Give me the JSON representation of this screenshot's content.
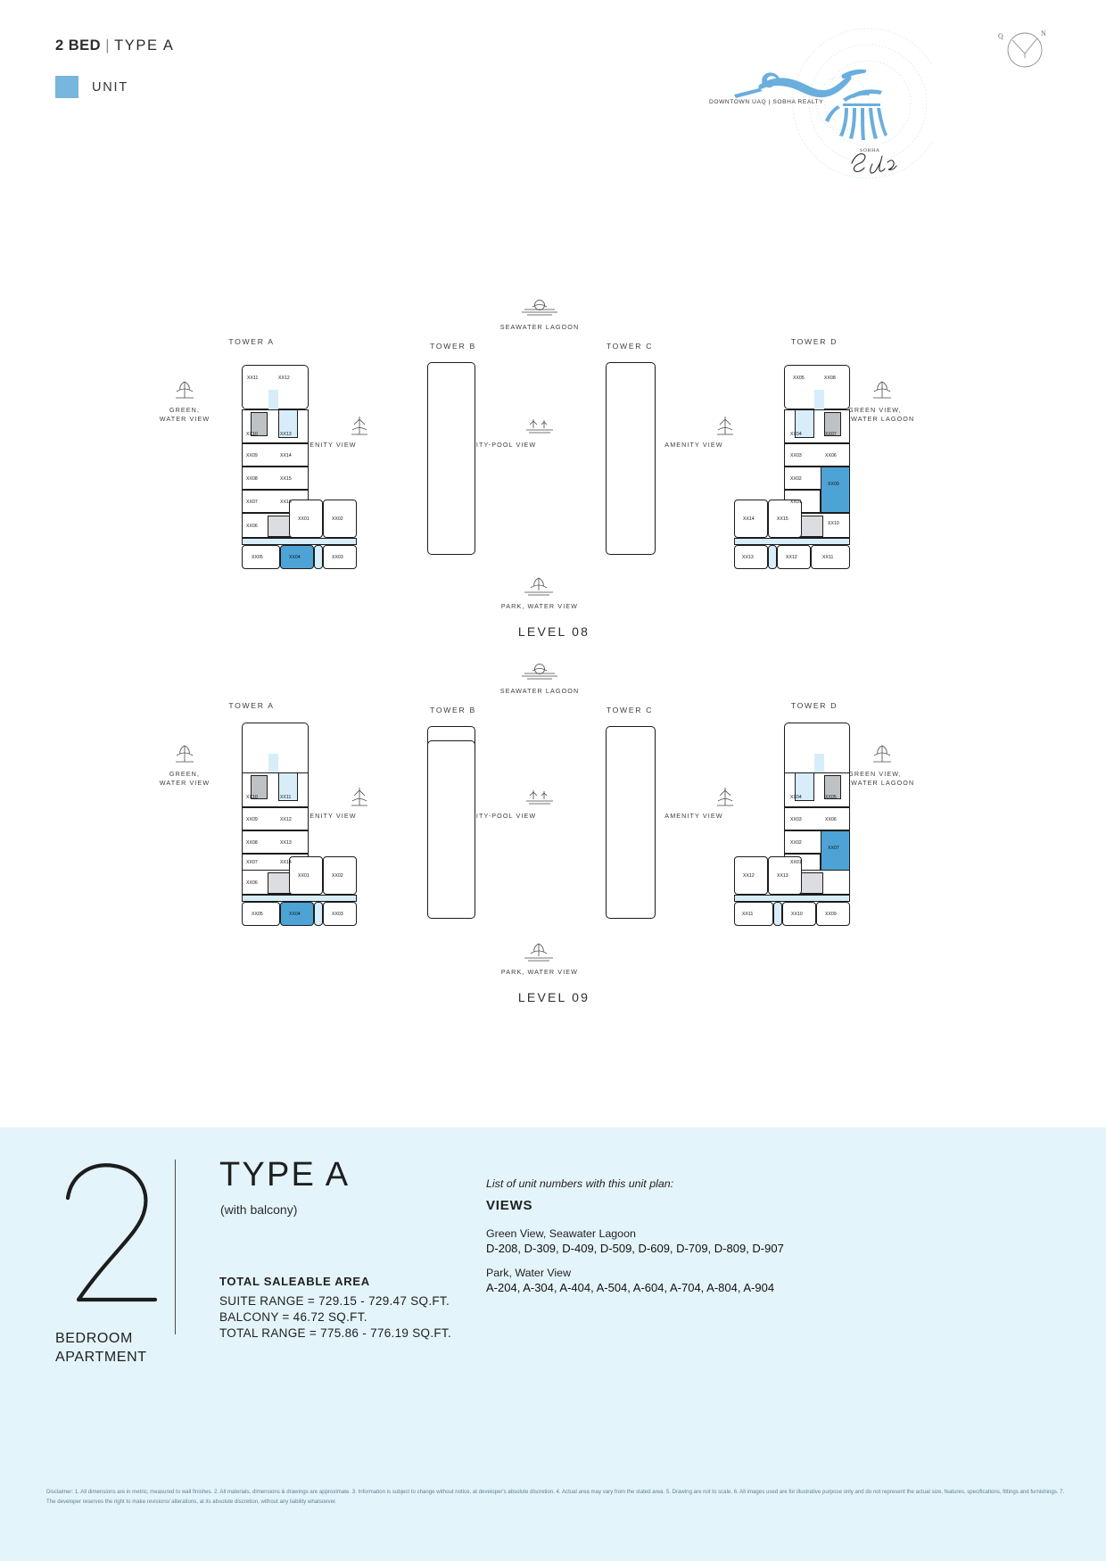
{
  "header": {
    "bed_count": "2 BED",
    "separator": "|",
    "type": "TYPE A",
    "legend_label": "UNIT",
    "legend_color": "#77b6dd"
  },
  "logo": {
    "subtitle": "DOWNTOWN UAQ | SOBHA REALTY",
    "brand_small": "SOBHA",
    "brand_script": "Siniya Island"
  },
  "compass": {
    "left_label": "Q",
    "right_label": "N"
  },
  "levels": [
    {
      "name": "LEVEL 08",
      "top_view": "SEAWATER LAGOON",
      "bottom_view": "PARK, WATER VIEW",
      "left_view": "GREEN,\nWATER VIEW",
      "right_view": "GREEN VIEW,\nSEAWATER LAGOON",
      "center_left_view": "AMENITY VIEW",
      "center_mid_view": "AMENITY-POOL VIEW",
      "center_right_view": "AMENITY VIEW",
      "towers": [
        {
          "label": "TOWER A",
          "units": [
            "XX11",
            "XX12",
            "XX10",
            "XX13",
            "XX09",
            "XX14",
            "XX08",
            "XX15",
            "XX07",
            "XX16",
            "XX06",
            "XX01",
            "XX02",
            "XX05",
            "XX04",
            "XX03"
          ],
          "highlighted": "XX04"
        },
        {
          "label": "TOWER B",
          "units": []
        },
        {
          "label": "TOWER C",
          "units": []
        },
        {
          "label": "TOWER D",
          "units": [
            "XX05",
            "XX08",
            "XX04",
            "XX07",
            "XX03",
            "XX06",
            "XX02",
            "XX09",
            "XX01",
            "XX10",
            "XX14",
            "XX15",
            "XX13",
            "XX12",
            "XX11"
          ],
          "highlighted": "XX09"
        }
      ]
    },
    {
      "name": "LEVEL 09",
      "top_view": "SEAWATER LAGOON",
      "bottom_view": "PARK, WATER VIEW",
      "left_view": "GREEN,\nWATER VIEW",
      "right_view": "GREEN VIEW,\nSEAWATER LAGOON",
      "center_left_view": "AMENITY VIEW",
      "center_mid_view": "AMENITY-POOL VIEW",
      "center_right_view": "AMENITY VIEW",
      "towers": [
        {
          "label": "TOWER A",
          "units": [
            "XX10",
            "XX11",
            "XX09",
            "XX12",
            "XX08",
            "XX13",
            "XX07",
            "XX14",
            "XX06",
            "XX01",
            "XX02",
            "XX05",
            "XX04",
            "XX03"
          ],
          "highlighted": "XX04"
        },
        {
          "label": "TOWER B",
          "units": []
        },
        {
          "label": "TOWER C",
          "units": []
        },
        {
          "label": "TOWER D",
          "units": [
            "XX04",
            "XX05",
            "XX03",
            "XX06",
            "XX02",
            "XX07",
            "XX01",
            "XX12",
            "XX13",
            "XX11",
            "XX10",
            "XX09"
          ],
          "highlighted": "XX07"
        }
      ]
    }
  ],
  "footer": {
    "big_number": "2",
    "bedroom_line1": "BEDROOM",
    "bedroom_line2": "APARTMENT",
    "type_title": "TYPE A",
    "type_sub": "(with balcony)",
    "area_heading": "TOTAL SALEABLE AREA",
    "area_suite": "SUITE RANGE = 729.15 - 729.47 SQ.FT.",
    "area_balcony": "BALCONY = 46.72 SQ.FT.",
    "area_total": "TOTAL RANGE = 775.86 - 776.19 SQ.FT.",
    "list_intro": "List of unit numbers with this unit plan:",
    "views_heading": "VIEWS",
    "view_groups": [
      {
        "name": "Green View, Seawater Lagoon",
        "units": "D-208, D-309, D-409, D-509, D-609, D-709, D-809, D-907"
      },
      {
        "name": "Park, Water View",
        "units": "A-204, A-304, A-404, A-504, A-604, A-704, A-804, A-904"
      }
    ],
    "background_color": "#e4f4fb"
  },
  "disclaimer": "Disclaimer: 1. All dimensions are in metric; measured to wall finishes. 2. All materials, dimensions & drawings are approximate. 3. Information is subject to change without notice, at developer's absolute discretion. 4. Actual area may vary from the stated area. 5. Drawing are not to scale. 6. All images used are for illustrative purpose only and do not represent the actual size, features, specifications, fittings and furnishings. 7. The developer reserves the right to make revisions/ alterations, at its absolute discretion, without any liability whatsoever."
}
